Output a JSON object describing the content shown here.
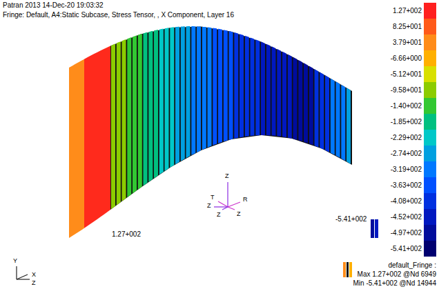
{
  "diagram": {
    "labels": [
      "Patran 2013 14-Dec-20 19:03:32",
      "Fringe: Default, A4:Static Subcase, Stress Tensor, , X Component, Layer 16",
      "1.27+002",
      "-5.41+002",
      "default_Fringe :",
      "Max 1.27+002 @Nd 6949",
      "Min -5.41+002 @Nd 14944",
      "Y",
      "X",
      "Z",
      "Z",
      "T",
      "R",
      "Z",
      "Z",
      "Z"
    ],
    "legend": [
      {
        "text": "1.27+002",
        "color": "#ff2020"
      },
      {
        "text": "8.25+001",
        "color": "#ff5a1a"
      },
      {
        "text": "3.79+001",
        "color": "#ff8c1a"
      },
      {
        "text": "-6.66+000",
        "color": "#ffb000"
      },
      {
        "text": "-5.12+001",
        "color": "#d8e000"
      },
      {
        "text": "-9.58+001",
        "color": "#8ccc00"
      },
      {
        "text": "-1.40+002",
        "color": "#32c832"
      },
      {
        "text": "-1.85+002",
        "color": "#00c080"
      },
      {
        "text": "-2.29+002",
        "color": "#00c8c8"
      },
      {
        "text": "-2.74+002",
        "color": "#00a0e0"
      },
      {
        "text": "-3.19+002",
        "color": "#0078ff"
      },
      {
        "text": "-3.63+002",
        "color": "#0050ff"
      },
      {
        "text": "-4.08+002",
        "color": "#0030e0"
      },
      {
        "text": "-4.52+002",
        "color": "#0018c0"
      },
      {
        "text": "-4.97+002",
        "color": "#000c9c"
      },
      {
        "text": "-5.41+002",
        "color": "#000070"
      }
    ]
  }
}
